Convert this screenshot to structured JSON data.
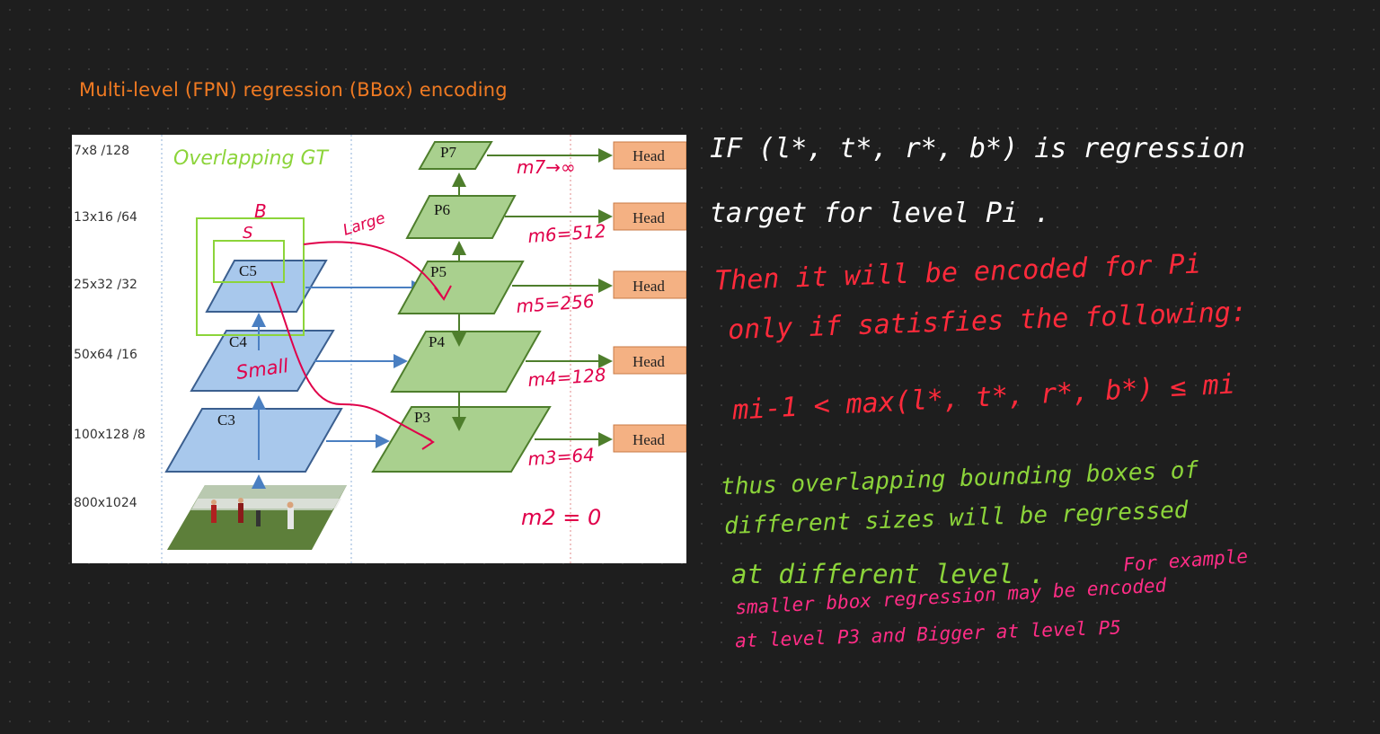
{
  "title": "Multi-level (FPN) regression (BBox) encoding",
  "diagram": {
    "resolutions": [
      "7x8 /128",
      "13x16 /64",
      "25x32 /32",
      "50x64 /16",
      "100x128 /8",
      "800x1024"
    ],
    "backbone": [
      "C3",
      "C4",
      "C5"
    ],
    "pyramid": [
      "P3",
      "P4",
      "P5",
      "P6",
      "P7"
    ],
    "head_label": "Head",
    "annotations": {
      "overlapping_gt": "Overlapping GT",
      "big_box": "B",
      "small_box": "S",
      "large": "Large",
      "small": "Small"
    },
    "thresholds": [
      "m7→∞",
      "m6=512",
      "m5=256",
      "m4=128",
      "m3=64",
      "m2 = 0"
    ]
  },
  "notes": {
    "line1": "IF (l*, t*, r*, b*) is regression",
    "line2": "target for level Pi .",
    "line3": "Then it will be encoded for Pi",
    "line4": "only if satisfies the following:",
    "formula": "mi-1 < max(l*, t*, r*, b*) ≤ mi",
    "green1": "thus overlapping bounding boxes of",
    "green2": "different sizes will be regressed",
    "green3": "at different level .",
    "pink1": "For example",
    "pink2": "smaller bbox regression may be encoded",
    "pink3": "at level P3 and Bigger at level P5"
  },
  "colors": {
    "title": "#f07a22",
    "backbone_fill": "#a8c8ec",
    "backbone_stroke": "#3b5f8f",
    "pyramid_fill": "#a9d08e",
    "pyramid_stroke": "#4e7e2c",
    "head_fill": "#f4b183",
    "annotation_red": "#e0004a",
    "gt_green": "#8cd43a"
  }
}
